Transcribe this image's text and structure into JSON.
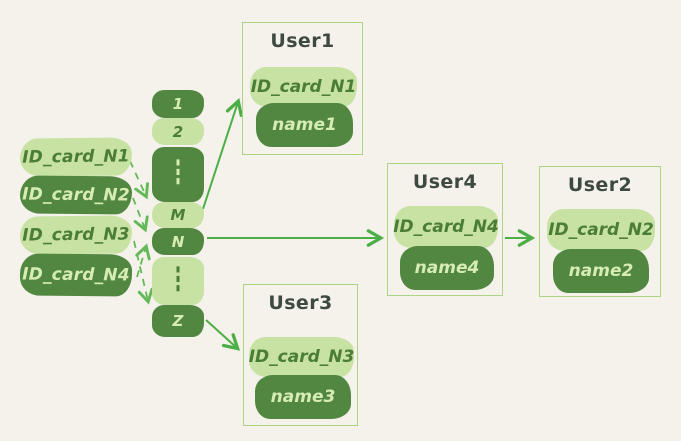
{
  "diagram": {
    "kind": "hash-table-lookup-diagram",
    "cards": [
      {
        "label": "ID_card_N1",
        "variant": "light"
      },
      {
        "label": "ID_card_N2",
        "variant": "dark"
      },
      {
        "label": "ID_card_N3",
        "variant": "light"
      },
      {
        "label": "ID_card_N4",
        "variant": "dark"
      }
    ],
    "buckets": [
      {
        "label": "1",
        "variant": "dark"
      },
      {
        "label": "2",
        "variant": "light"
      },
      {
        "label": "⋮",
        "variant": "dark"
      },
      {
        "label": "M",
        "variant": "light"
      },
      {
        "label": "N",
        "variant": "dark"
      },
      {
        "label": "⋮",
        "variant": "light"
      },
      {
        "label": "Z",
        "variant": "dark"
      }
    ],
    "users": [
      {
        "title": "User1",
        "id_card": "ID_card_N1",
        "name": "name1"
      },
      {
        "title": "User4",
        "id_card": "ID_card_N4",
        "name": "name4"
      },
      {
        "title": "User2",
        "id_card": "ID_card_N2",
        "name": "name2"
      },
      {
        "title": "User3",
        "id_card": "ID_card_N3",
        "name": "name3"
      }
    ],
    "edges": {
      "dashed": [
        {
          "from": "ID_card_N1",
          "to": "M"
        },
        {
          "from": "ID_card_N2",
          "to": "N"
        },
        {
          "from": "ID_card_N3",
          "to": "Z"
        },
        {
          "from": "ID_card_N4",
          "to": "N"
        }
      ],
      "solid": [
        {
          "from": "M",
          "to": "User1"
        },
        {
          "from": "N",
          "to": "User4"
        },
        {
          "from": "User4",
          "to": "User2"
        },
        {
          "from": "Z",
          "to": "User3"
        }
      ]
    },
    "colors": {
      "background": "#f4f2ea",
      "light_green": "#c8e2a4",
      "dark_green": "#518741",
      "text_on_light": "#4a7d36",
      "text_on_dark": "#d7ecb4",
      "title_text": "#3e4a40",
      "arrow_solid": "#4cae47",
      "arrow_dashed": "#63b957",
      "box_border": "#aed384"
    }
  }
}
